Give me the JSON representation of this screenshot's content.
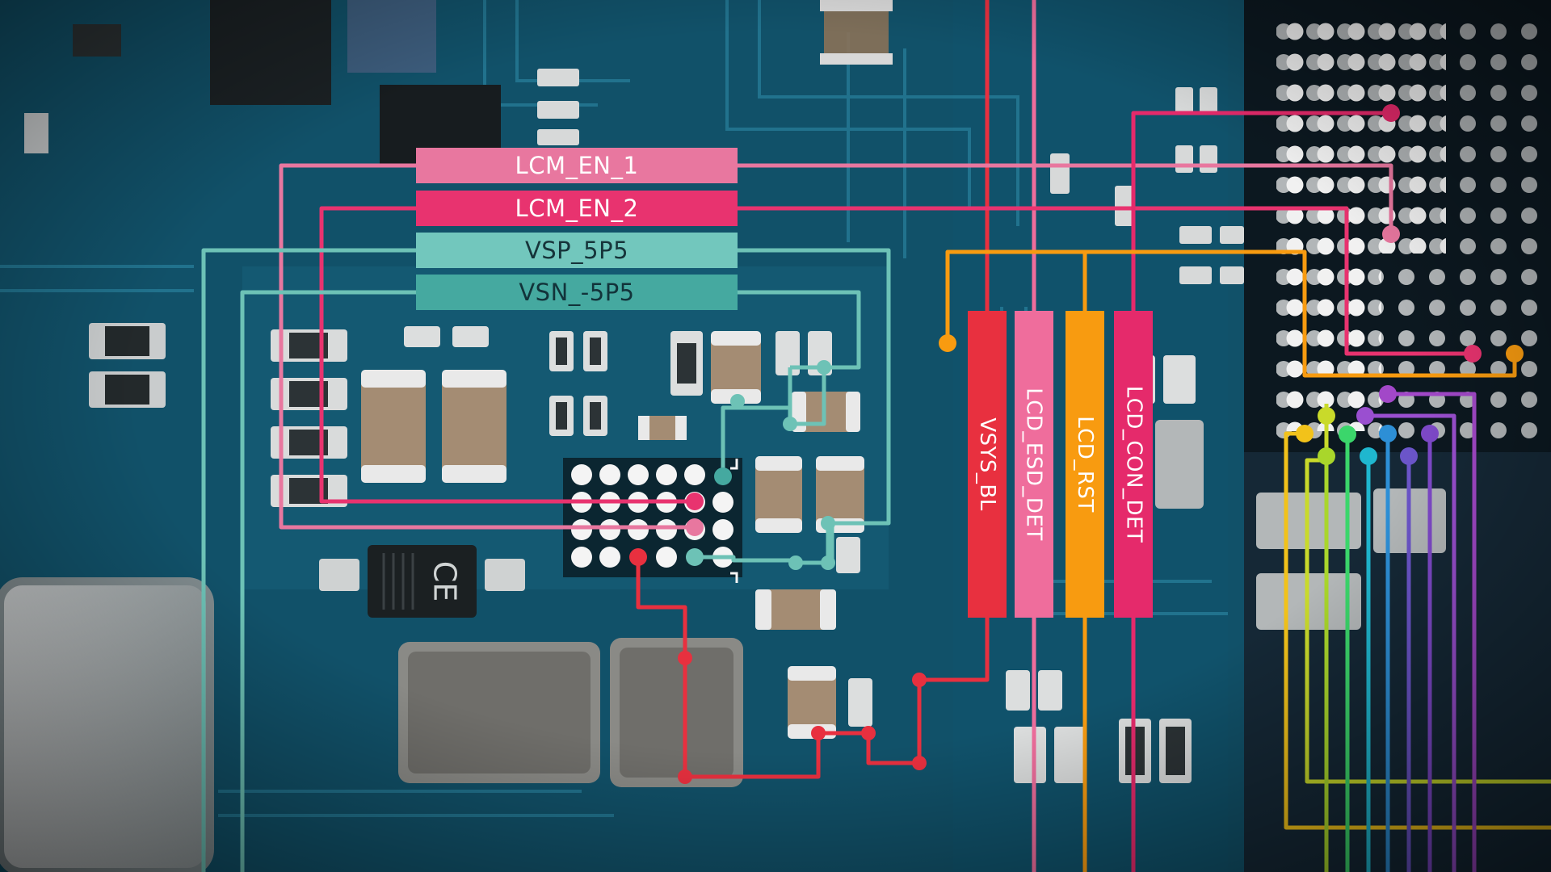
{
  "net_labels": [
    {
      "id": "lcm-en-1",
      "text": "LCM_EN_1",
      "color": "#e8779f",
      "text_color": "#ffffff"
    },
    {
      "id": "lcm-en-2",
      "text": "LCM_EN_2",
      "color": "#e8336f",
      "text_color": "#ffffff"
    },
    {
      "id": "vsp-5p5",
      "text": "VSP_5P5",
      "color": "#72c7bd",
      "text_color": "#16343a"
    },
    {
      "id": "vsn-5p5",
      "text": "VSN_-5P5",
      "color": "#45a9a0",
      "text_color": "#12333a"
    }
  ],
  "vertical_labels": [
    {
      "id": "vsys-bl",
      "text": "VSYS_BL",
      "color": "#e8303f"
    },
    {
      "id": "lcd-esd-det",
      "text": "LCD_ESD_DET",
      "color": "#ef6d9c"
    },
    {
      "id": "lcd-rst",
      "text": "LCD_RST",
      "color": "#f89b10"
    },
    {
      "id": "lcd-con-det",
      "text": "LCD_CON_DET",
      "color": "#e52a6b"
    }
  ],
  "chip_marking": "CE",
  "colors": {
    "pcb": "#0f4a60",
    "pad_white": "#f4f4f4",
    "teal_trace": "#6dc2b6",
    "red_trace": "#e8303f",
    "orange_trace": "#f89b10"
  }
}
